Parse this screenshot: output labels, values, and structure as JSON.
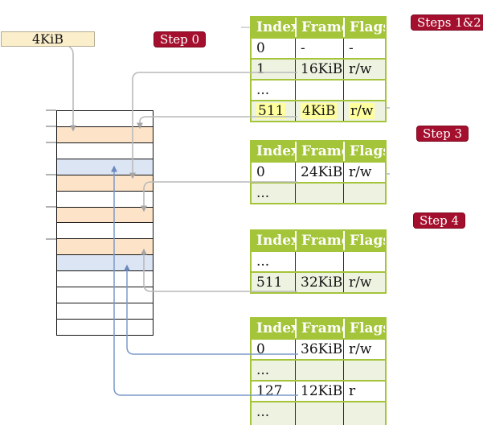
{
  "memory_box": {
    "label": "4KiB"
  },
  "badges": {
    "step0": "Step 0",
    "steps12": "Steps 1&2",
    "step3": "Step 3",
    "step4": "Step 4"
  },
  "memory": {
    "rows": [
      "free",
      "page-table",
      "free",
      "mapped-page",
      "page-table",
      "free",
      "page-table",
      "free",
      "page-table",
      "mapped-page",
      "free",
      "free",
      "free",
      "free"
    ]
  },
  "tables": [
    {
      "headers": [
        "Index",
        "Frame",
        "Flags"
      ],
      "rows": [
        [
          "0",
          "-",
          "-"
        ],
        [
          "1",
          "16KiB",
          "r/w"
        ],
        [
          "...",
          "",
          ""
        ],
        [
          "511",
          "4KiB",
          "r/w"
        ]
      ],
      "highlighted_row": 3
    },
    {
      "headers": [
        "Index",
        "Frame",
        "Flags"
      ],
      "rows": [
        [
          "0",
          "24KiB",
          "r/w"
        ],
        [
          "...",
          "",
          ""
        ]
      ]
    },
    {
      "headers": [
        "Index",
        "Frame",
        "Flags"
      ],
      "rows": [
        [
          "...",
          "",
          ""
        ],
        [
          "511",
          "32KiB",
          "r/w"
        ]
      ]
    },
    {
      "headers": [
        "Index",
        "Frame",
        "Flags"
      ],
      "rows": [
        [
          "0",
          "36KiB",
          "r/w"
        ],
        [
          "...",
          "",
          ""
        ],
        [
          "127",
          "12KiB",
          "r"
        ],
        [
          "...",
          "",
          ""
        ]
      ]
    }
  ],
  "colors": {
    "badge_red": "#a50f2e",
    "table_header_green": "#a4c43a",
    "table_row_green": "#eef3e1",
    "page_table_frame_peach": "#fde4c8",
    "mapped_page_blue": "#dbe5f4",
    "label_box_cream": "#fbeecb",
    "highlight_yellow": "#ffff9e",
    "gray_arrow": "#b9b9b9",
    "blue_arrow": "#7d9ac9"
  }
}
